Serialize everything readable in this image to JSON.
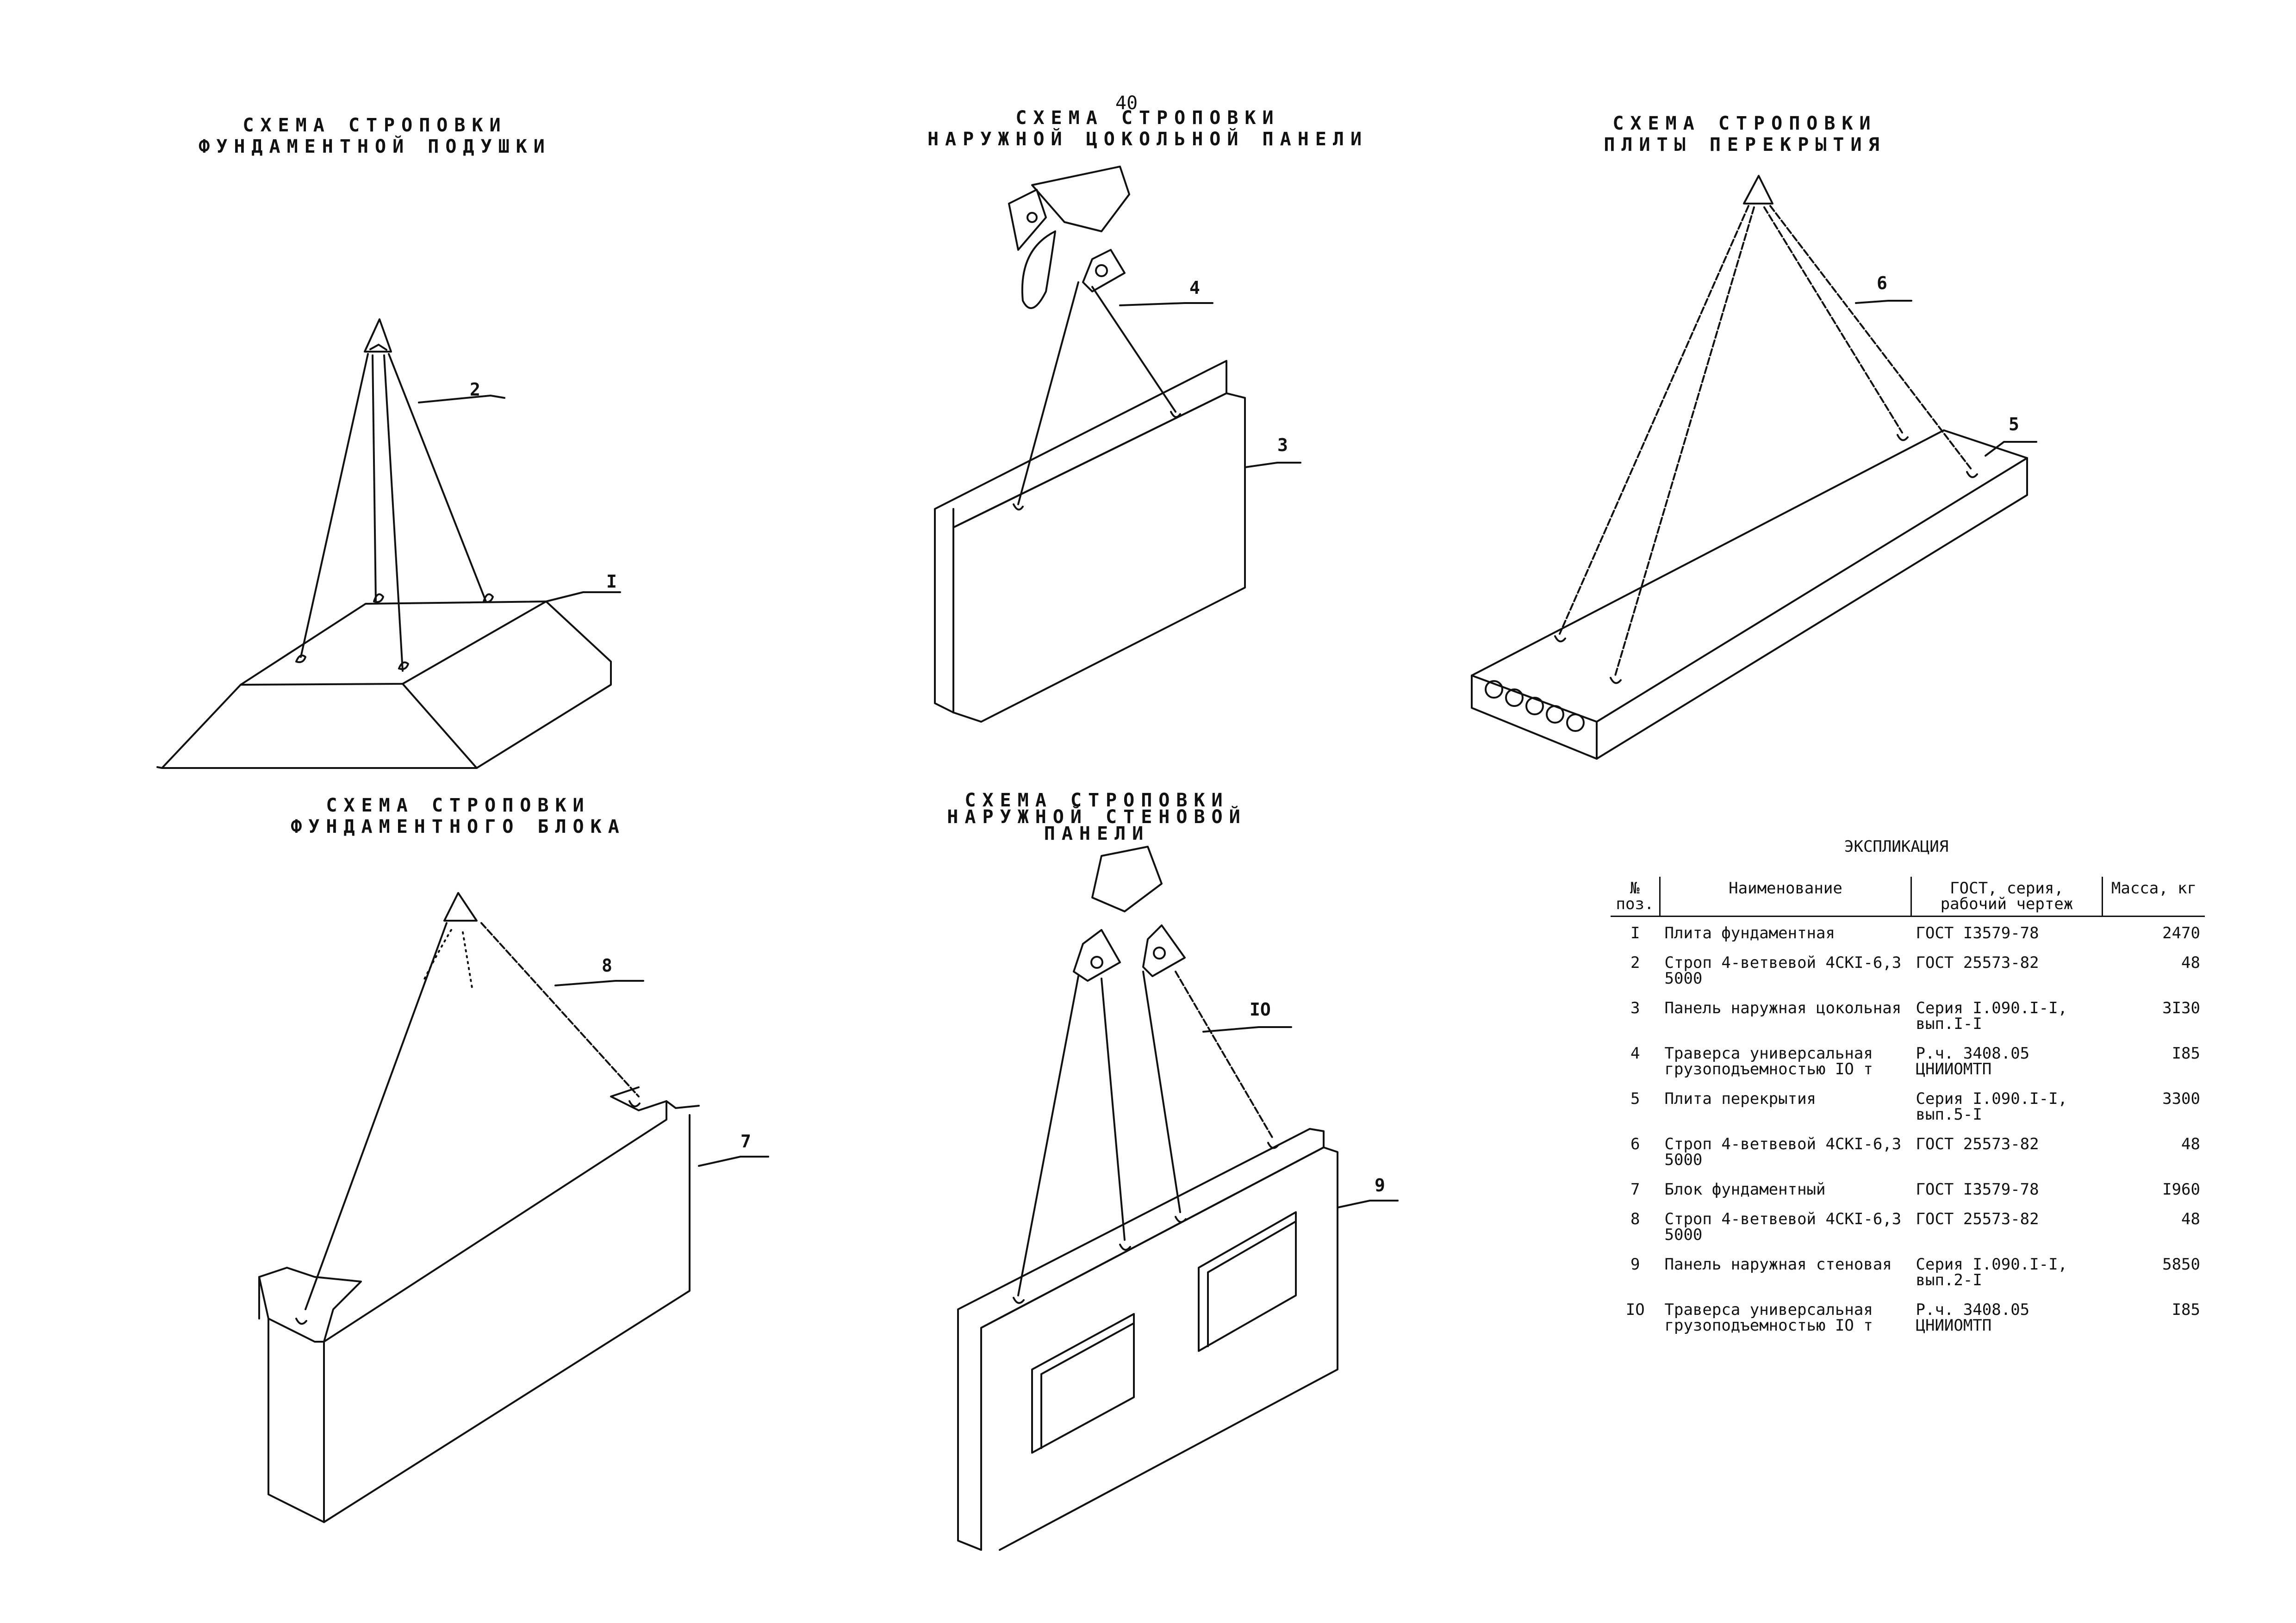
{
  "page_number": "40",
  "titles": {
    "foundation_cushion": "СХЕМА СТРОПОВКИ\nФУНДАМЕНТНОЙ ПОДУШКИ",
    "plinth_panel": "СХЕМА СТРОПОВКИ\nНАРУЖНОЙ ЦОКОЛЬНОЙ ПАНЕЛИ",
    "floor_slab": "СХЕМА СТРОПОВКИ\nПЛИТЫ ПЕРЕКРЫТИЯ",
    "foundation_block": "СХЕМА СТРОПОВКИ\nФУНДАМЕНТНОГО БЛОКА",
    "wall_panel": "СХЕМА СТРОПОВКИ\nНАРУЖНОЙ СТЕНОВОЙ\nПАНЕЛИ"
  },
  "callouts": {
    "c1": "I",
    "c2": "2",
    "c3": "3",
    "c4": "4",
    "c5": "5",
    "c6": "6",
    "c7": "7",
    "c8": "8",
    "c9": "9",
    "c10": "IO"
  },
  "explication": {
    "title": "ЭКСПЛИКАЦИЯ",
    "headers": {
      "pos": "№ поз.",
      "name": "Наименование",
      "gost": "ГОСТ, серия, рабочий чертеж",
      "mass": "Масса, кг"
    },
    "rows": [
      {
        "pos": "I",
        "name": "Плита фундаментная",
        "gost": "ГОСТ I3579-78",
        "mass": "2470"
      },
      {
        "pos": "2",
        "name": "Строп 4-ветвевой 4СКI-6,3 5000",
        "gost": "ГОСТ 25573-82",
        "mass": "48"
      },
      {
        "pos": "3",
        "name": "Панель наружная цокольная",
        "gost": "Серия I.090.I-I, вып.I-I",
        "mass": "3I30"
      },
      {
        "pos": "4",
        "name": "Траверса универсальная грузоподъемностью IO т",
        "gost": "Р.ч. 3408.05 ЦНИИОМТП",
        "mass": "I85"
      },
      {
        "pos": "5",
        "name": "Плита перекрытия",
        "gost": "Серия I.090.I-I, вып.5-I",
        "mass": "3300"
      },
      {
        "pos": "6",
        "name": "Строп 4-ветвевой 4СКI-6,3 5000",
        "gost": "ГОСТ 25573-82",
        "mass": "48"
      },
      {
        "pos": "7",
        "name": "Блок фундаментный",
        "gost": "ГОСТ I3579-78",
        "mass": "I960"
      },
      {
        "pos": "8",
        "name": "Строп 4-ветвевой 4СКI-6,3 5000",
        "gost": "ГОСТ 25573-82",
        "mass": "48"
      },
      {
        "pos": "9",
        "name": "Панель наружная стеновая",
        "gost": "Серия I.090.I-I, вып.2-I",
        "mass": "5850"
      },
      {
        "pos": "IO",
        "name": "Траверса универсальная грузоподъемностью IO т",
        "gost": "Р.ч. 3408.05 ЦНИИОМТП",
        "mass": "I85"
      }
    ]
  }
}
